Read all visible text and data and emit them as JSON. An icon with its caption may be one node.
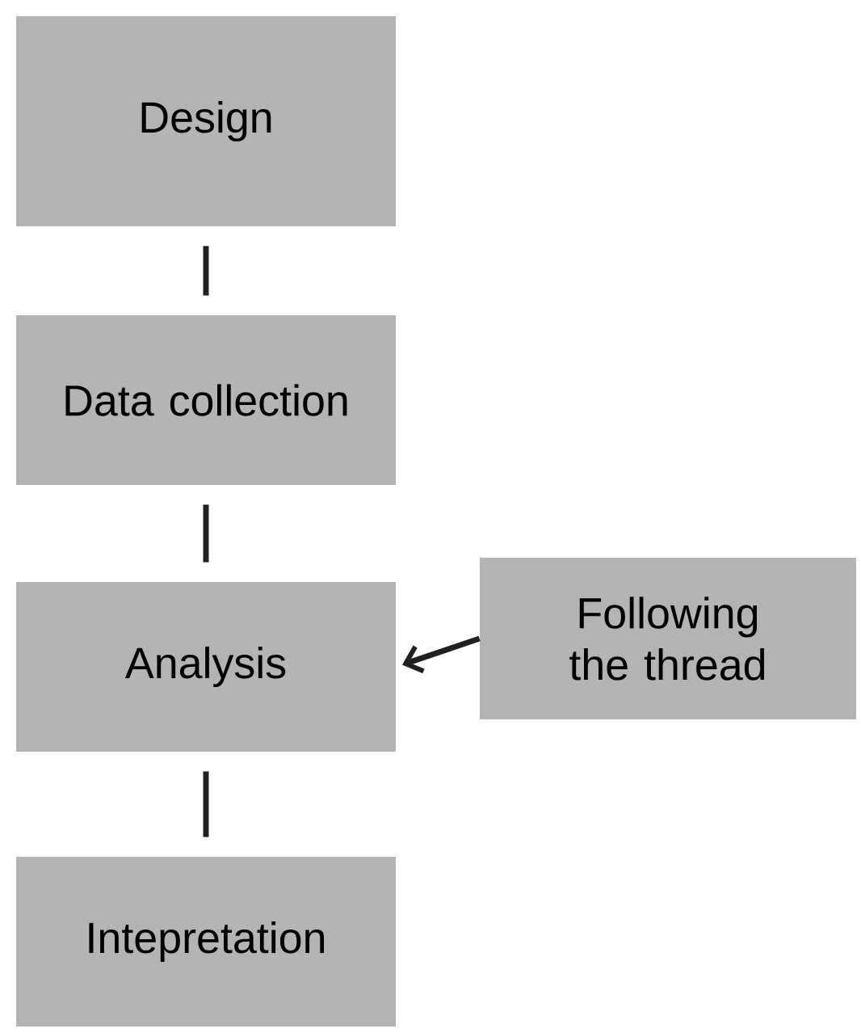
{
  "diagram": {
    "nodes": [
      {
        "text": [
          "Design"
        ]
      },
      {
        "text": [
          "Data collection"
        ]
      },
      {
        "text": [
          "Analysis"
        ]
      },
      {
        "text": [
          "Following the thread"
        ]
      },
      {
        "text": [
          "Intepretation"
        ]
      }
    ],
    "edges": [
      {
        "from": 0,
        "to": 1,
        "arrow": "none"
      },
      {
        "from": 1,
        "to": 2,
        "arrow": "none"
      },
      {
        "from": 2,
        "to": 4,
        "arrow": "none"
      },
      {
        "from": 3,
        "to": 2,
        "arrow": "to"
      }
    ]
  }
}
